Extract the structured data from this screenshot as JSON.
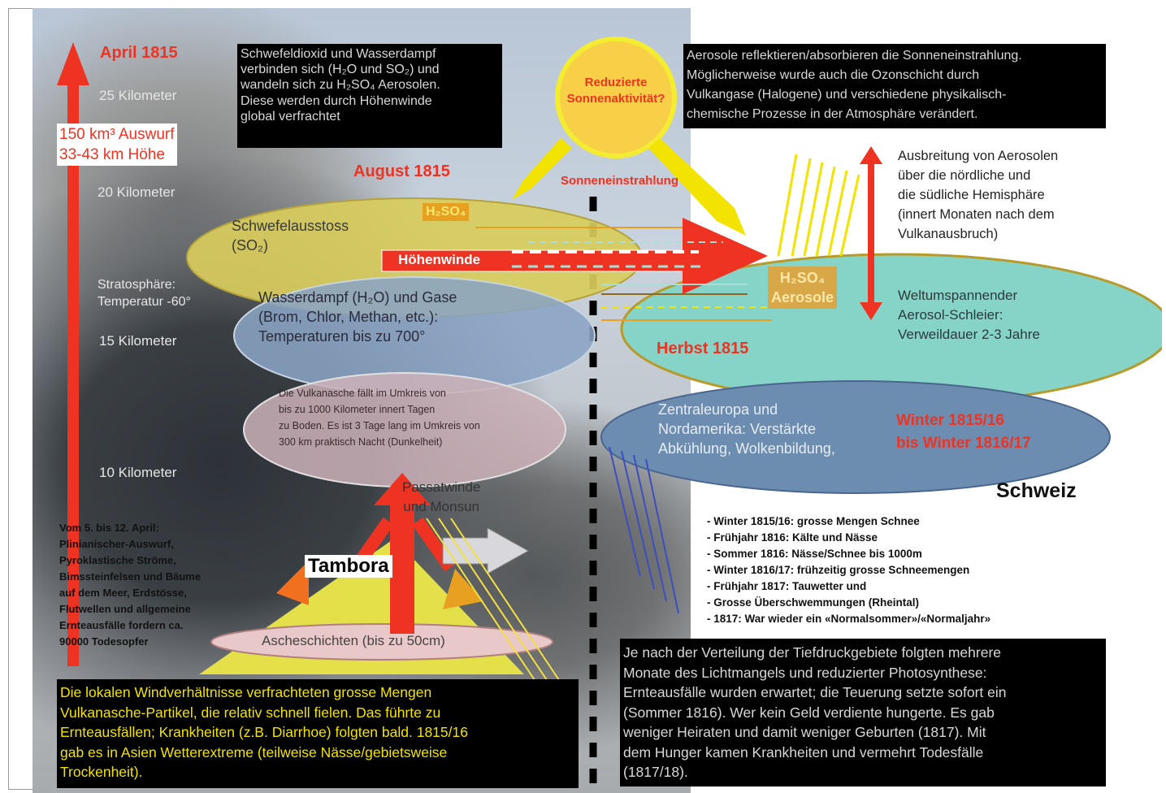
{
  "left": {
    "april": "April 1815",
    "km25": "25 Kilometer",
    "auswurf1": "150 km³ Auswurf",
    "auswurf2": "33-43 km Höhe",
    "km20": "20 Kilometer",
    "strato1": "Stratosphäre:",
    "strato2": "Temperatur -60°",
    "km15": "15 Kilometer",
    "km10": "10 Kilometer",
    "events": [
      "Vom 5. bis 12. April:",
      "Plinianischer-Auswurf,",
      "Pyroklastische Ströme,",
      "Bimssteinfelsen und Bäume",
      "auf dem Meer, Erdstösse,",
      "Flutwellen und allgemeine",
      "Ernteausfälle fordern ca.",
      "90000 Todesopfer"
    ]
  },
  "top_box_lines": [
    "Schwefeldioxid und Wasserdampf",
    "verbinden sich (H₂O und SO₂) und",
    "wandeln sich zu H₂SO₄ Aerosolen.",
    "Diese werden durch Höhenwinde",
    "global verfrachtet"
  ],
  "sun": {
    "line1": "Reduzierte",
    "line2": "Sonnenaktivität?"
  },
  "sonneneinstrahlung": "Sonneneinstrahlung",
  "august": "August 1815",
  "h2so4_tag": "H₂SO₄",
  "schwefel1": "Schwefelausstoss",
  "schwefel2": "(SO₂)",
  "hoehenwinde": "Höhenwinde",
  "wasser_lines": [
    "Wasserdampf (H₂O) und Gase",
    "(Brom, Chlor, Methan, etc.):",
    "Temperaturen bis zu 700°"
  ],
  "asche_lines": [
    "Die Vulkanasche fällt im Umkreis von",
    "bis zu 1000 Kilometer innert Tagen",
    "zu Boden. Es ist 3 Tage lang im Umkreis von",
    "300 km praktisch Nacht (Dunkelheit)"
  ],
  "passat1": "Passatwinde",
  "passat2": "und Monsun",
  "tambora": "Tambora",
  "ascheschicht": "Ascheschichten (bis zu 50cm)",
  "bottom_left_lines": [
    "Die lokalen Windverhältnisse verfrachteten grosse Mengen",
    "Vulkanasche-Partikel, die relativ schnell fielen. Das führte zu",
    "Ernteausfällen; Krankheiten (z.B. Diarrhoe) folgten bald. 1815/16",
    "gab es in Asien Wetterextreme (teilweise Nässe/gebietsweise",
    "Trockenheit)."
  ],
  "top_right_lines": [
    "Aerosole reflektieren/absorbieren die Sonneneinstrahlung.",
    "Möglicherweise wurde auch die Ozonschicht durch",
    "Vulkangase (Halogene) und verschiedene physikalisch-",
    "chemische Prozesse in der Atmosphäre verändert."
  ],
  "ausbreitung_lines": [
    "Ausbreitung von Aerosolen",
    "über die nördliche und",
    "die südliche Hemisphäre",
    "(innert Monaten nach dem",
    "Vulkanausbruch)"
  ],
  "aerosole1": "H₂SO₄",
  "aerosole2": "Aerosole",
  "schleier_lines": [
    "Weltumspannender",
    "Aerosol-Schleier:",
    "Verweildauer 2-3 Jahre"
  ],
  "herbst": "Herbst 1815",
  "zentral_lines": [
    "Zentraleuropa und",
    "Nordamerika: Verstärkte",
    "Abkühlung, Wolkenbildung,"
  ],
  "winter1": "Winter 1815/16",
  "winter2": "bis Winter 1816/17",
  "schweiz": "Schweiz",
  "schweiz_list": [
    "- Winter 1815/16: grosse Mengen Schnee",
    "- Frühjahr 1816: Kälte und Nässe",
    "- Sommer 1816: Nässe/Schnee bis 1000m",
    "- Winter 1816/17: frühzeitig grosse Schneemengen",
    "- Frühjahr 1817: Tauwetter und",
    "- Grosse Überschwemmungen (Rheintal)",
    "- 1817: War wieder ein «Normalsommer»/«Normaljahr»"
  ],
  "bottom_right_lines": [
    "Je nach der Verteilung der Tiefdruckgebiete folgten mehrere",
    "Monate des Lichtmangels und reduzierter Photosynthese:",
    "Ernteausfälle wurden erwartet; die Teuerung setzte sofort ein",
    "(Sommer 1816). Wer kein Geld verdiente hungerte. Es gab",
    "weniger Heiraten und damit weniger Geburten (1817). Mit",
    "dem Hunger kamen Krankheiten und vermehrt Todesfälle",
    "(1817/18)."
  ],
  "colors": {
    "red": "#ee3322",
    "yellow": "#f2e300",
    "ash_yellow": "#e8d848",
    "teal": "#7ecfc4",
    "blue_oval": "#6f8fb0"
  }
}
